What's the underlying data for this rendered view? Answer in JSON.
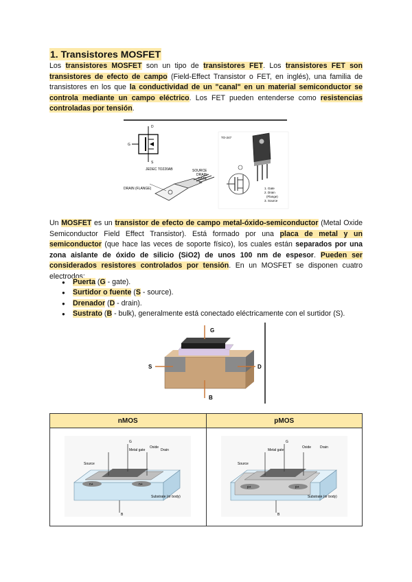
{
  "section": {
    "title": "1. Transistores MOSFET"
  },
  "para1": {
    "t1": "Los ",
    "h1": "transistores MOSFET",
    "t2": " son un tipo de ",
    "h2": "transistores FET",
    "t3": ". Los ",
    "h3": "transistores FET son transistores de efecto de campo",
    "t4": " (Field-Effect Transistor o FET, en inglés), una familia de transistores en los que ",
    "h4": "la conductividad de un \"canal\" en un material semiconductor se controla mediante un campo eléctrico",
    "t5": ". Los FET pueden entenderse como ",
    "h5": "resistencias controladas por tensión",
    "t6": "."
  },
  "figure1": {
    "pkg_label": "JEDEC TO220AB",
    "pkg_to247": "TO-247",
    "pin_source": "SOURCE",
    "pin_drain": "DRAIN",
    "pin_gate": "GATE",
    "pin_flange": "DRAIN (FLANGE)",
    "sym_g": "G",
    "sym_d": "D",
    "sym_s": "S",
    "legend1": "1. Gate",
    "legend2": "2. Drain",
    "legend3": "(Flange)",
    "legend4": "3. Source"
  },
  "para2": {
    "t1": "Un ",
    "h1": "MOSFET",
    "t2": " es un ",
    "h2": "transistor de efecto de campo metal-óxido-semiconductor",
    "t3": " (Metal Oxide Semiconductor Field Effect Transistor). Está formado por una ",
    "h3": "placa de metal y un semiconductor",
    "t4": " (que hace las veces de soporte físico), los cuales están ",
    "b1": "separados por una zona aislante de óxido de silicio (SiO2) de unos 100 nm de espesor",
    "t5": ". ",
    "h4": "Pueden ser considerados resistores controlados por tensión",
    "t6": ". En un MOSFET se disponen cuatro electrodos:"
  },
  "electrodes": [
    {
      "name": "Puerta",
      "letter": "G",
      "rest": " - gate)."
    },
    {
      "name": "Surtidor o fuente",
      "letter": "S",
      "rest": " - source)."
    },
    {
      "name": "Drenador",
      "letter": "D",
      "rest": " - drain)."
    },
    {
      "name": "Sustrato",
      "letter": "B",
      "rest": " - bulk), generalmente está conectado eléctricamente con el surtidor (S)."
    }
  ],
  "figure2": {
    "g": "G",
    "s": "S",
    "d": "D",
    "b": "B"
  },
  "table": {
    "col1": "nMOS",
    "col2": "pMOS",
    "n_labels": {
      "metal_gate": "Metal gate",
      "source": "Source",
      "drain": "Drain",
      "oxide": "Oxide",
      "substrate": "Substrate (or body)",
      "nplus": "n+",
      "b": "B",
      "g": "G"
    },
    "p_labels": {
      "metal_gate": "Metal gate",
      "source": "Source",
      "drain": "Drain",
      "oxide": "Oxide",
      "substrate": "Substrate (or body)",
      "pplus": "p+",
      "b": "B",
      "g": "G"
    }
  },
  "colors": {
    "highlight": "#fde9a9",
    "gate_metal": "#222222",
    "oxide": "#d9c8e6",
    "substrate": "#c9a37a",
    "doped": "#8a8a8a",
    "n_body": "#cfe6f3"
  }
}
